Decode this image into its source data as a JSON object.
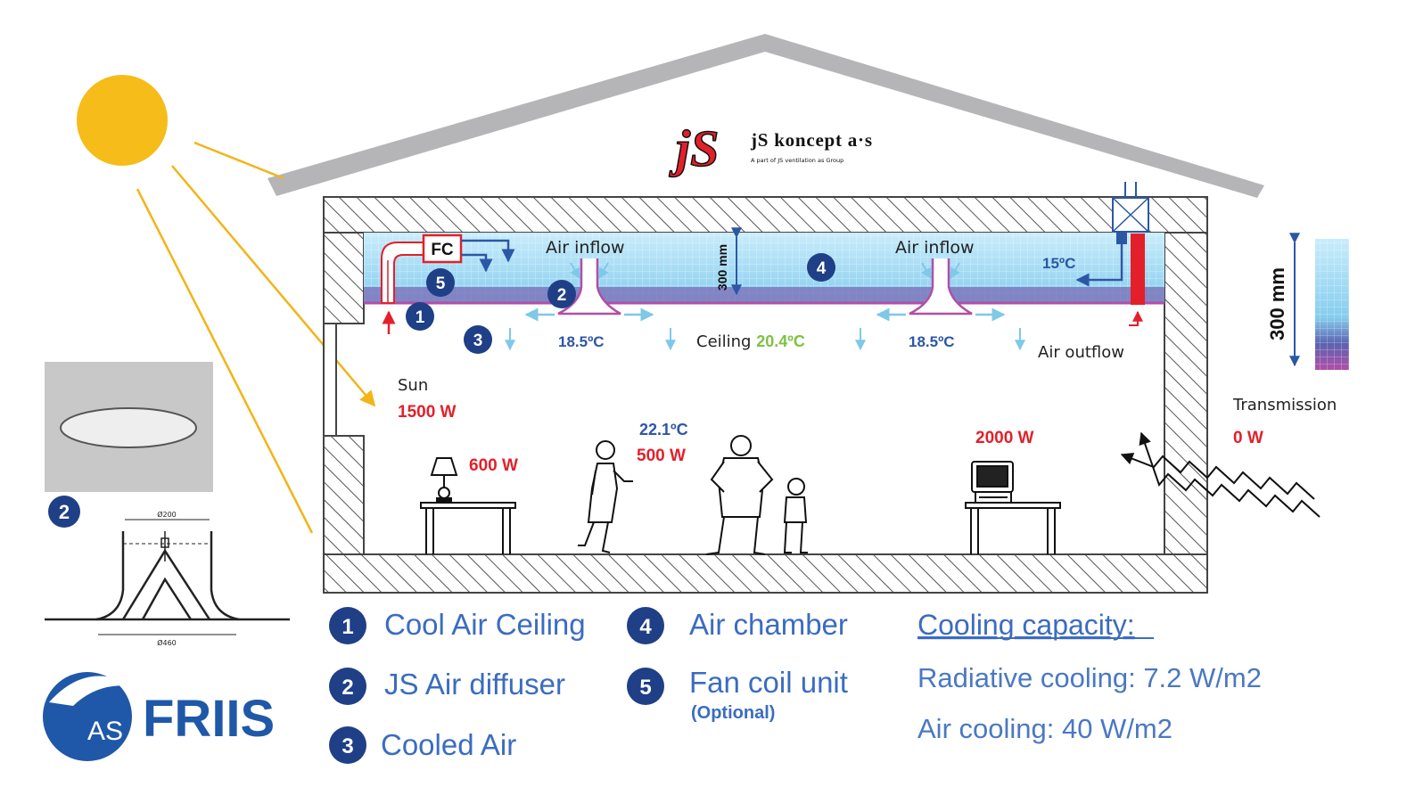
{
  "colors": {
    "roof": "#b5b5b8",
    "sun": "#f5bc1a",
    "sun_ray": "#f2b418",
    "chamber": "#9fd8f2",
    "chamber_ceiling": "#7b6bb5",
    "ceiling_line": "#b04fa8",
    "numbers": "#1f3f86",
    "red": "#e3202a",
    "blue_text": "#2c57a5",
    "green": "#7cc242",
    "legend_blue": "#3b6cc0",
    "friis": "#1f58a8"
  },
  "logo_text": "jS koncept a·s",
  "logo_subtitle": "A part of JS ventilation as Group",
  "labels": {
    "fc": "FC",
    "air_inflow_1": "Air inflow",
    "air_inflow_2": "Air inflow",
    "height": "300 mm",
    "temp_15": "15ºC",
    "temp_left": "18.5ºC",
    "temp_right": "18.5ºC",
    "ceiling_label": "Ceiling",
    "ceiling_temp": "20.4ºC",
    "air_outflow": "Air outflow",
    "sun": "Sun",
    "sun_w": "1500 W",
    "lamp_w": "600 W",
    "people_temp": "22.1ºC",
    "people_w": "500 W",
    "pc_w": "2000 W",
    "transmission": "Transmission",
    "transmission_w": "0 W",
    "side_height": "300 mm"
  },
  "numbers": {
    "n1": "1",
    "n2": "2",
    "n3": "3",
    "n4": "4",
    "n5": "5",
    "photo_badge": "2"
  },
  "drawing_dims": {
    "top": "Ø200",
    "bottom": "Ø460"
  },
  "legend": {
    "item1": "Cool Air Ceiling",
    "item2": "JS Air diffuser",
    "item3": "Cooled Air",
    "item4": "Air chamber",
    "item5": "Fan coil unit",
    "item5_note": "(Optional)"
  },
  "cooling": {
    "title": "Cooling capacity:",
    "radiative": "Radiative cooling: 7.2 W/m2",
    "air": "Air cooling: 40 W/m2"
  },
  "brand": {
    "as": "AS",
    "friis": "FRIIS"
  }
}
